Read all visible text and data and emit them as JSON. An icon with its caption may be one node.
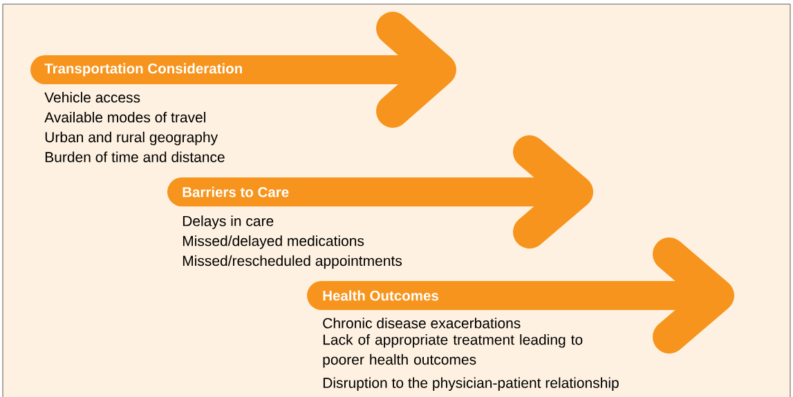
{
  "diagram": {
    "nodes": [
      {
        "text": [
          "Transportation Consideration",
          "Vehicle access",
          "Available modes of travel",
          "Urban and rural geography",
          "Burden of time and distance"
        ]
      },
      {
        "text": [
          "Barriers to Care",
          "Delays in care",
          "Missed/delayed medications",
          "Missed/rescheduled appointments"
        ]
      },
      {
        "text": [
          "Health Outcomes",
          "Chronic disease exacerbations",
          "Lack of appropriate treatment leading to poorer health outcomes",
          "Disruption to the physician-patient relationship"
        ]
      }
    ]
  }
}
